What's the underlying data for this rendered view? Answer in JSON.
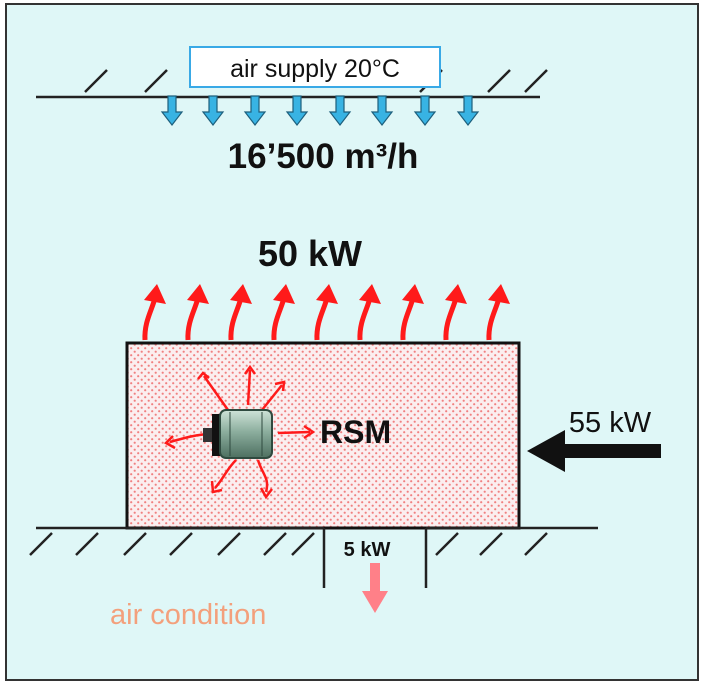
{
  "colors": {
    "background": "#dff7f7",
    "frame": "#333333",
    "supply_box_border": "#39a9e6",
    "supply_arrow": "#38b3e3",
    "heat_arrow": "#ff1a1a",
    "room_fill": "#fbeeef",
    "room_dots": "#f08080",
    "drain_arrow": "#ff8088",
    "air_condition_text": "#f3a07c",
    "motor_body": "#8cae9e"
  },
  "labels": {
    "air_supply": "air supply 20°C",
    "airflow": "16’500 m³/h",
    "heat_out": "50 kW",
    "motor": "RSM",
    "heat_in": "55 kW",
    "heat_drain": "5 kW",
    "air_condition": "air condition"
  },
  "icons": {
    "supply_arrows": "down-arrow-icon",
    "heat_arrows": "curved-up-arrow-icon",
    "motor": "motor-icon"
  }
}
